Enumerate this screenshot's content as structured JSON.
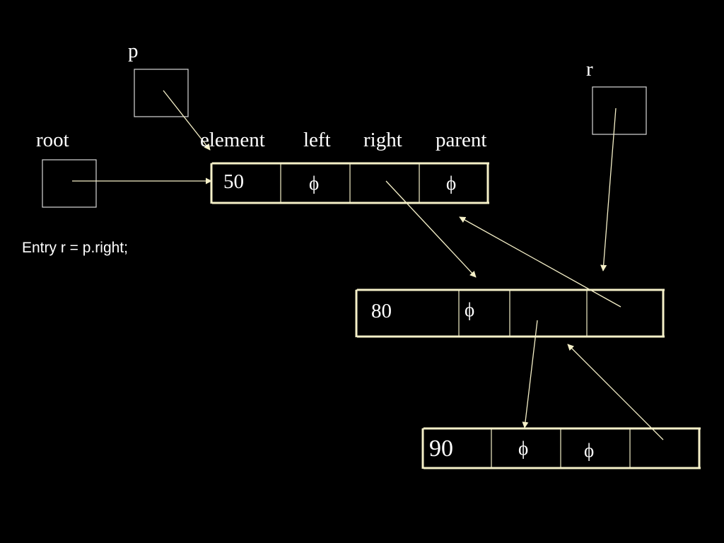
{
  "colors": {
    "background": "#000000",
    "text": "#ffffff",
    "node_border": "#f5f0c8",
    "pointer_box": "#d8d8d8",
    "arrow": "#f5f0c8"
  },
  "labels": {
    "p": "p",
    "r": "r",
    "root": "root",
    "element": "element",
    "left": "left",
    "right": "right",
    "parent": "parent"
  },
  "code": "Entry r = p.right;",
  "nodes": {
    "n50": {
      "element": "50",
      "left": "ϕ",
      "right": "",
      "parent": "ϕ"
    },
    "n80": {
      "element": "80",
      "left": "ϕ",
      "right": "",
      "parent": ""
    },
    "n90": {
      "element": "90",
      "left": "ϕ",
      "right": "ϕ",
      "parent": ""
    }
  }
}
